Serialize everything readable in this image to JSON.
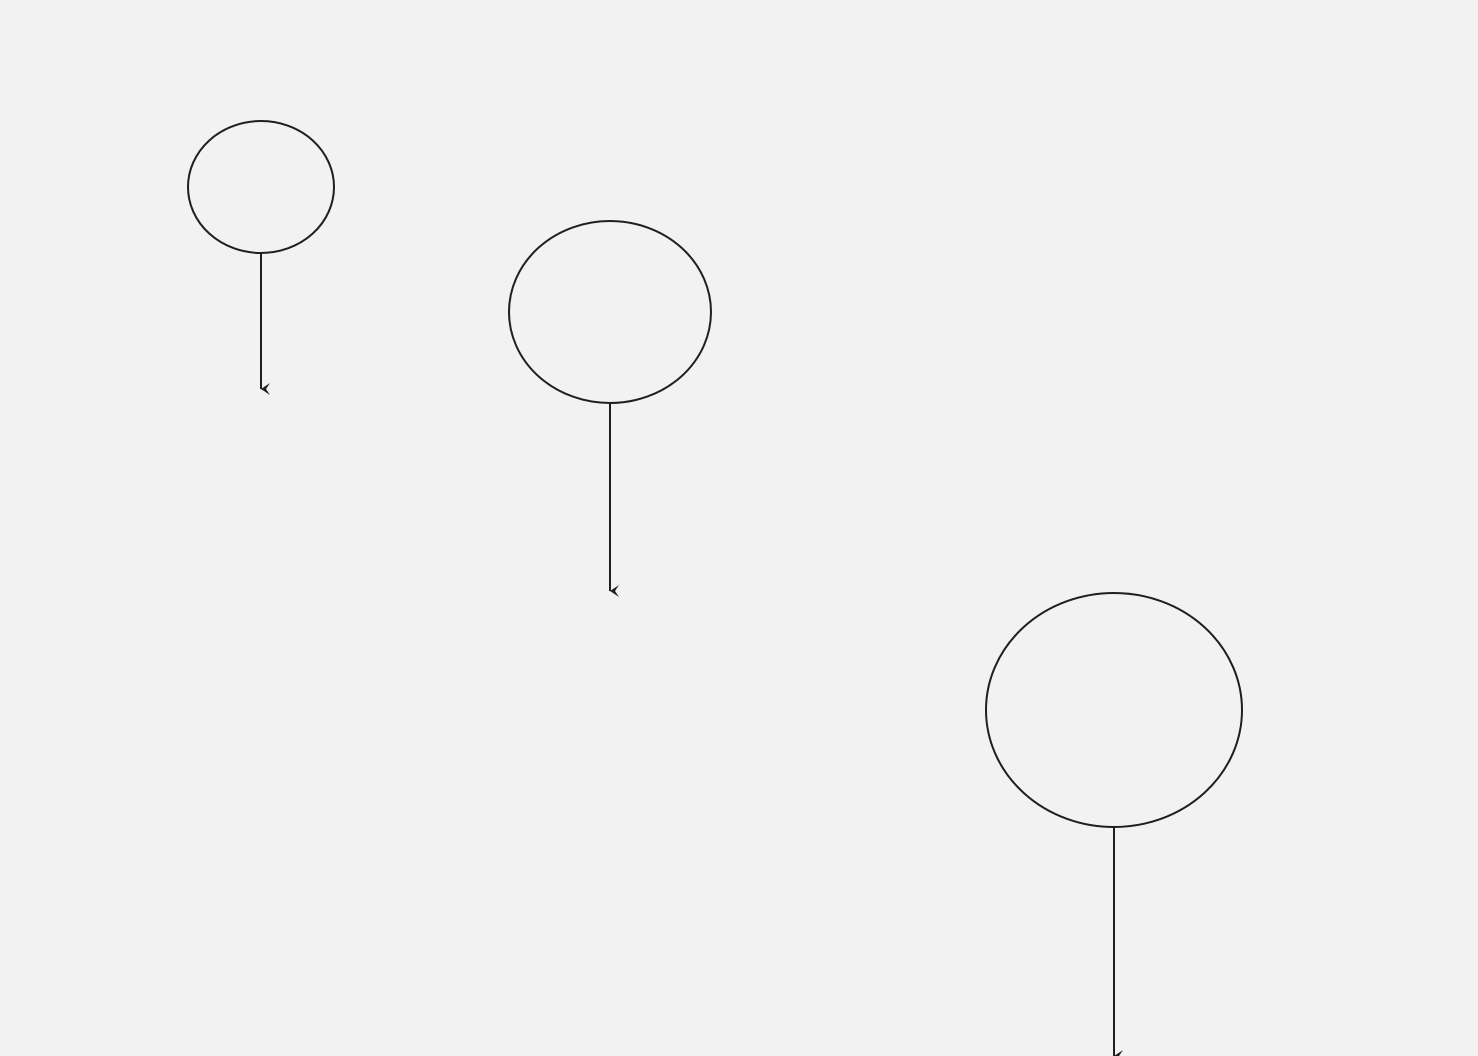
{
  "canvas": {
    "background_color": "#f2f2f2",
    "stroke_color": "#1f1f1f"
  },
  "diagram": {
    "nodes": [
      {
        "id": "node-1",
        "shape": "ellipse",
        "label": ""
      },
      {
        "id": "node-2",
        "shape": "ellipse",
        "label": ""
      },
      {
        "id": "node-3",
        "shape": "ellipse",
        "label": ""
      }
    ],
    "connectors": [
      {
        "from": "node-1",
        "direction": "down",
        "arrowhead": "arrow"
      },
      {
        "from": "node-2",
        "direction": "down",
        "arrowhead": "arrow"
      },
      {
        "from": "node-3",
        "direction": "down",
        "arrowhead": "arrow"
      }
    ]
  }
}
